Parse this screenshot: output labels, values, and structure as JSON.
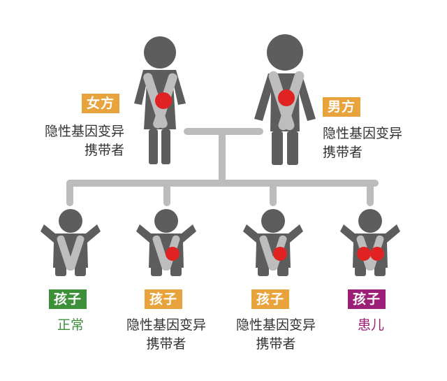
{
  "parents": {
    "mother": {
      "badge": "女方",
      "desc_line1": "隐性基因变异",
      "desc_line2": "携带者"
    },
    "father": {
      "badge": "男方",
      "desc_line1": "隐性基因变异",
      "desc_line2": "携带者"
    }
  },
  "children": [
    {
      "badge": "孩子",
      "desc_line1": "正常",
      "desc_line2": ""
    },
    {
      "badge": "孩子",
      "desc_line1": "隐性基因变异",
      "desc_line2": "携带者"
    },
    {
      "badge": "孩子",
      "desc_line1": "隐性基因变异",
      "desc_line2": "携带者"
    },
    {
      "badge": "孩子",
      "desc_line1": "患儿",
      "desc_line2": ""
    }
  ],
  "colors": {
    "figure": "#5d5d5d",
    "chromosome": "#bdbdbd",
    "variant_dot": "#e02222",
    "connector": "#bcbcbc",
    "badge_carrier": "#e8a33c",
    "badge_normal": "#3e8f3a",
    "badge_affected": "#9c1f77",
    "text_normal": "#3e8f3a",
    "text_affected": "#9c1f77",
    "text_default": "#333333"
  },
  "icons": [
    "female-parent-icon",
    "male-parent-icon",
    "child-icon",
    "chromosome-icon",
    "variant-dot-icon"
  ]
}
